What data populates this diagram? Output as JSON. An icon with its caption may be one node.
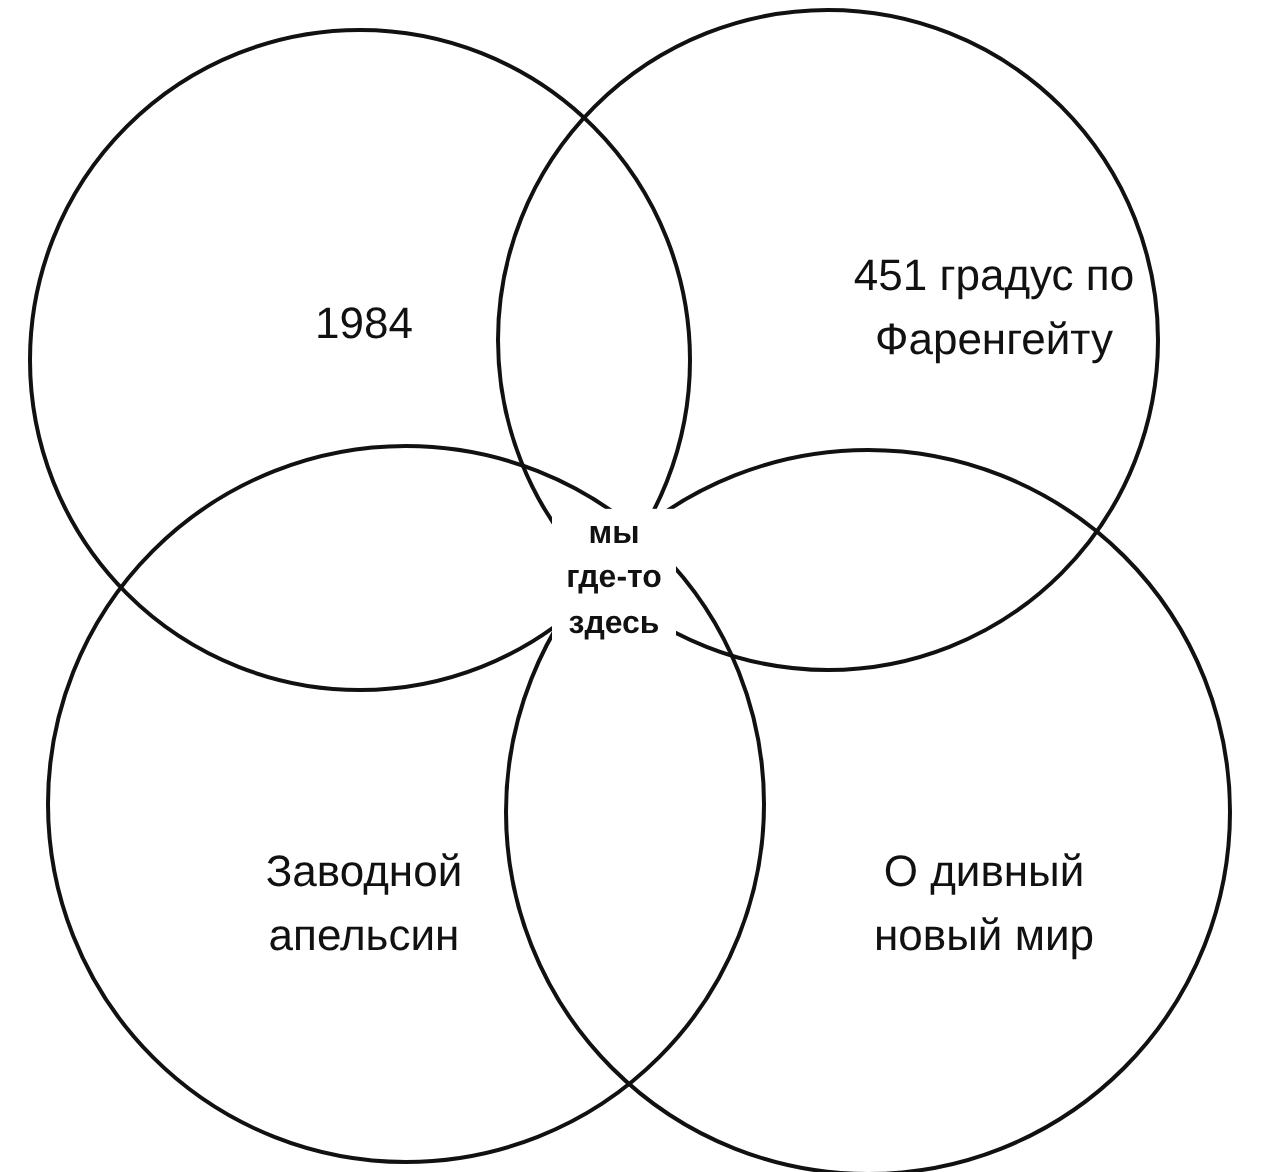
{
  "diagram": {
    "nodes": [
      {
        "text": [
          "1984"
        ]
      },
      {
        "text": [
          "451 градус по Фаренгейту"
        ]
      },
      {
        "text": [
          "Заводной апельсин"
        ]
      },
      {
        "text": [
          "О дивный новый мир"
        ]
      }
    ],
    "edges": [],
    "labels": [
      "мы где-то здесь"
    ]
  }
}
